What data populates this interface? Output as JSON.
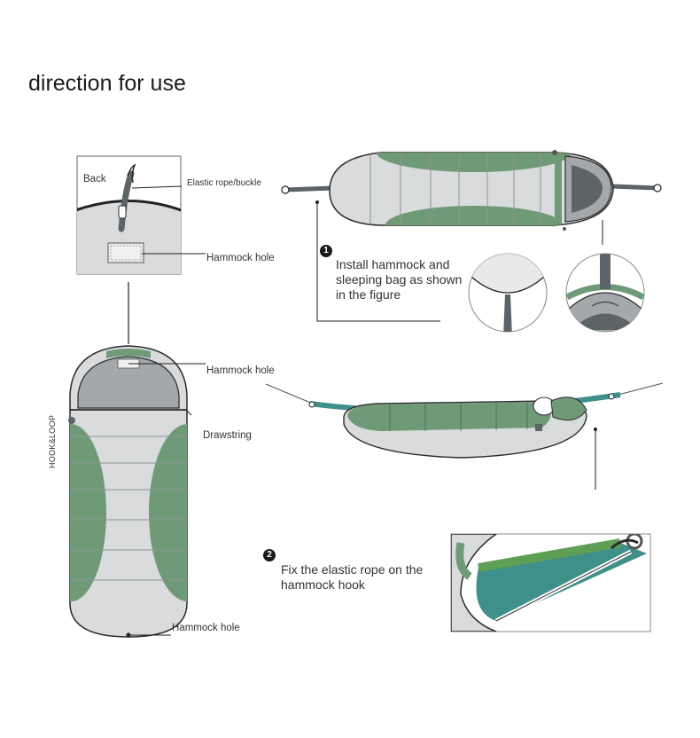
{
  "title": "direction for use",
  "back_detail": {
    "back_label": "Back",
    "elastic_label": "Elastic rope/buckle",
    "hammock_hole_label": "Hammock hole"
  },
  "bag_front": {
    "hammock_hole_top_label": "Hammock hole",
    "drawstring_label": "Drawstring",
    "hook_loop_label": "HOOK&LOOP",
    "hammock_hole_bottom_label": "Hammock hole"
  },
  "steps": [
    {
      "number": "1",
      "text_lines": [
        "Install hammock and",
        "sleeping bag as shown",
        "in the figure"
      ]
    },
    {
      "number": "2",
      "text_lines": [
        "Fix the elastic rope on the",
        "hammock  hook"
      ]
    }
  ],
  "colors": {
    "green": "#6f9a78",
    "light_grey": "#dadbdc",
    "mid_grey": "#a5a8aa",
    "dark_grey": "#5c6467",
    "teal": "#3f8f8a",
    "outline": "#2b2b2b"
  }
}
